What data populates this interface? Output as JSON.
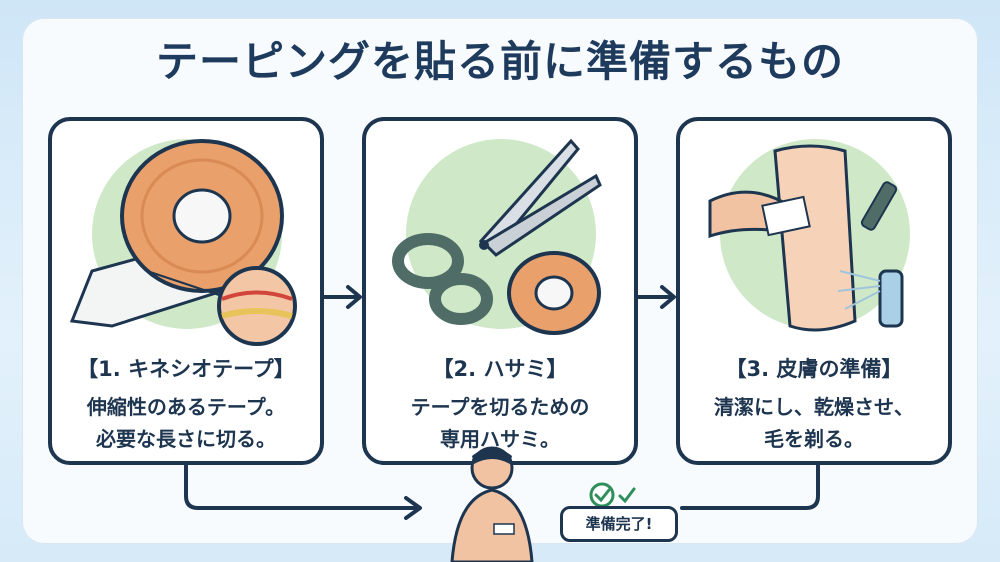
{
  "title": "テーピングを貼る前に準備するもの",
  "cards": [
    {
      "heading": "【1. キネシオテープ】",
      "line1": "伸縮性のあるテープ。",
      "line2": "必要な長さに切る。"
    },
    {
      "heading": "【2. ハサミ】",
      "line1": "テープを切るための",
      "line2": "専用ハサミ。"
    },
    {
      "heading": "【3. 皮膚の準備】",
      "line1": "清潔にし、乾燥させ、",
      "line2": "毛を剃る。"
    }
  ],
  "bubble": "準備完了!",
  "colors": {
    "outline": "#1e3550",
    "tape": "#e9a06a",
    "scissor_handle": "#4f6d66",
    "circle": "#cfe9c8",
    "check": "#2f8f5a"
  }
}
